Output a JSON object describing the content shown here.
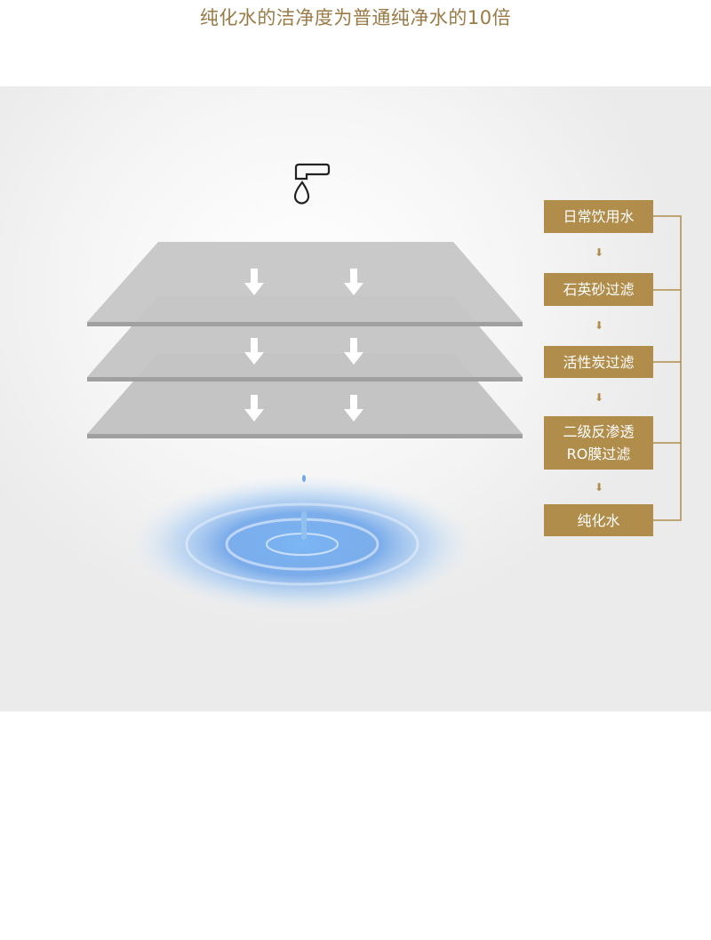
{
  "title": "纯化水的洁净度为普通纯净水的10倍",
  "icons": {
    "tap": "faucet-icon",
    "flow": "arrow-down-icon",
    "ripple": "water-ripple"
  },
  "colors": {
    "accent": "#b08d4a",
    "plate": "#c2c2c2",
    "plate_edge": "#9f9f9f",
    "water": "#4a90e8"
  },
  "steps": [
    {
      "label": "日常饮用水"
    },
    {
      "label": "石英砂过滤"
    },
    {
      "label": "活性炭过滤"
    },
    {
      "label": "二级反渗透",
      "label2": "RO膜过滤"
    },
    {
      "label": "纯化水"
    }
  ]
}
